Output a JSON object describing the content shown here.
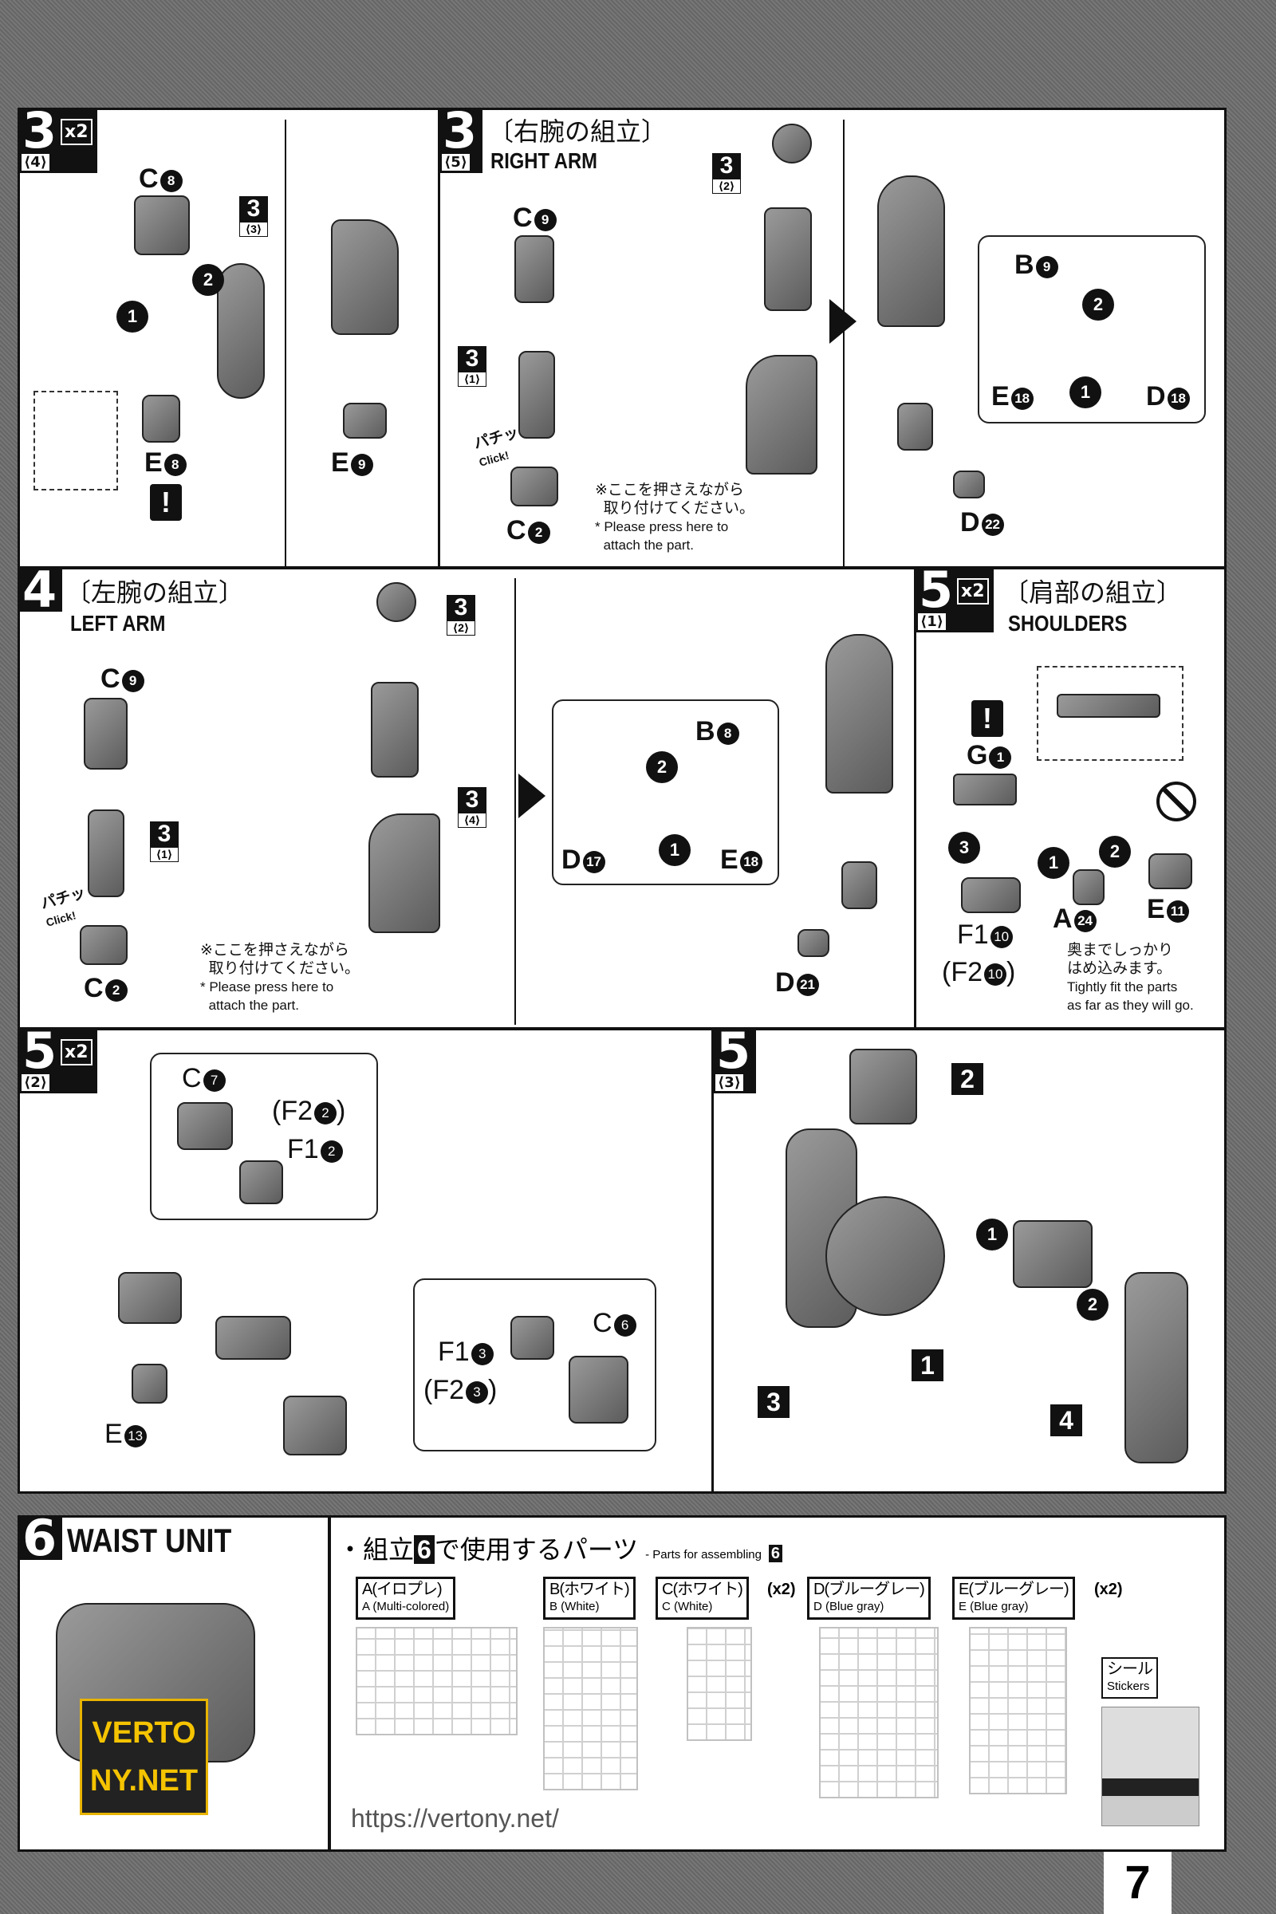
{
  "panels": {
    "p34": {
      "step": "3",
      "sub": "⟨4⟩",
      "mult": "x2",
      "ref": {
        "num": "3",
        "sub": "⟨3⟩"
      },
      "parts": [
        {
          "l": "C",
          "n": "8"
        },
        {
          "l": "E",
          "n": "8"
        },
        {
          "l": "E",
          "n": "9"
        }
      ],
      "steps": [
        "1",
        "2"
      ],
      "warn": "!"
    },
    "p35": {
      "step": "3",
      "sub": "⟨5⟩",
      "title_jp": "〔右腕の組立〕",
      "title_en": "RIGHT ARM",
      "refs": [
        {
          "num": "3",
          "sub": "⟨2⟩"
        },
        {
          "num": "3",
          "sub": "⟨1⟩"
        }
      ],
      "click_jp": "パチッ",
      "click_en": "Click!",
      "parts": [
        {
          "l": "C",
          "n": "9"
        },
        {
          "l": "C",
          "n": "2"
        },
        {
          "l": "B",
          "n": "9"
        },
        {
          "l": "E",
          "n": "18"
        },
        {
          "l": "D",
          "n": "18"
        },
        {
          "l": "D",
          "n": "22"
        }
      ],
      "steps": [
        "2",
        "1"
      ],
      "note_jp": [
        "※ここを押さえながら",
        "取り付けてください。"
      ],
      "note_en": [
        "* Please press here to",
        "attach the part."
      ]
    },
    "p4": {
      "step": "4",
      "title_jp": "〔左腕の組立〕",
      "title_en": "LEFT ARM",
      "refs": [
        {
          "num": "3",
          "sub": "⟨2⟩"
        },
        {
          "num": "3",
          "sub": "⟨1⟩"
        },
        {
          "num": "3",
          "sub": "⟨4⟩"
        }
      ],
      "click_jp": "パチッ",
      "click_en": "Click!",
      "parts": [
        {
          "l": "C",
          "n": "9"
        },
        {
          "l": "C",
          "n": "2"
        },
        {
          "l": "B",
          "n": "8"
        },
        {
          "l": "D",
          "n": "17"
        },
        {
          "l": "E",
          "n": "18"
        },
        {
          "l": "D",
          "n": "21"
        }
      ],
      "steps": [
        "2",
        "1"
      ],
      "note_jp": [
        "※ここを押さえながら",
        "取り付けてください。"
      ],
      "note_en": [
        "* Please press here to",
        "attach the part."
      ]
    },
    "p51": {
      "step": "5",
      "sub": "⟨1⟩",
      "mult": "x2",
      "title_jp": "〔肩部の組立〕",
      "title_en": "SHOULDERS",
      "warn": "!",
      "parts": [
        {
          "l": "G",
          "n": "1"
        },
        {
          "l": "A",
          "n": "24"
        },
        {
          "l": "E",
          "n": "11"
        },
        {
          "l": "F1",
          "n": "10"
        },
        {
          "l": "(F2",
          "n": "10",
          ")": ")"
        }
      ],
      "steps": [
        "3",
        "1",
        "2"
      ],
      "note_jp": [
        "奥までしっかり",
        "はめ込みます。"
      ],
      "note_en": [
        "Tightly fit the parts",
        "as far as they will go."
      ]
    },
    "p52": {
      "step": "5",
      "sub": "⟨2⟩",
      "mult": "x2",
      "parts": [
        {
          "l": "C",
          "n": "7"
        },
        {
          "l": "(F2",
          "n": "2"
        },
        {
          "l": "F1",
          "n": "2"
        },
        {
          "l": "E",
          "n": "13"
        },
        {
          "l": "F1",
          "n": "3"
        },
        {
          "l": "(F2",
          "n": "3"
        },
        {
          "l": "C",
          "n": "6"
        }
      ]
    },
    "p53": {
      "step": "5",
      "sub": "⟨3⟩",
      "callouts": [
        "2",
        "1",
        "3",
        "4"
      ],
      "steps": [
        "1",
        "2"
      ]
    },
    "p6": {
      "step": "6",
      "title_en": "WAIST UNIT",
      "logo": "VERTONY.NET",
      "parts_heading_jp": "・組立",
      "parts_heading_num": "6",
      "parts_heading_jp2": "で使用するパーツ",
      "parts_heading_en": "- Parts for assembling",
      "runners": [
        {
          "jp": "A(イロプレ)",
          "en": "A (Multi-colored)",
          "mult": ""
        },
        {
          "jp": "B(ホワイト)",
          "en": "B (White)",
          "mult": ""
        },
        {
          "jp": "C(ホワイト)",
          "en": "C (White)",
          "mult": "(x2)"
        },
        {
          "jp": "D(ブルーグレー)",
          "en": "D (Blue gray)",
          "mult": ""
        },
        {
          "jp": "E(ブルーグレー)",
          "en": "E (Blue gray)",
          "mult": "(x2)"
        }
      ],
      "stickers_jp": "シール",
      "stickers_en": "Stickers"
    }
  },
  "watermark": "https://vertony.net/",
  "page_number": "7"
}
